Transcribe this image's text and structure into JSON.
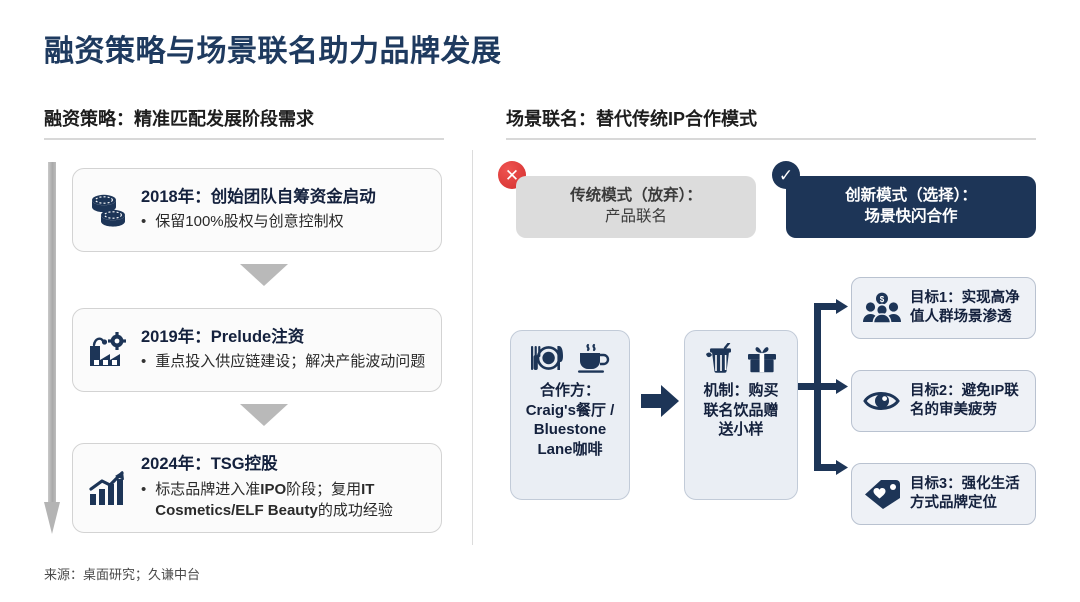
{
  "slide": {
    "title": "融资策略与场景联名助力品牌发展",
    "footer": "来源：桌面研究；久谦中台"
  },
  "colors": {
    "navy": "#1d3557",
    "title_navy": "#1e3a5f",
    "grey_card": "#dcdcdc",
    "light_blue_box": "#eaeef4",
    "red_badge": "#d32f2f"
  },
  "left_column": {
    "header": "融资策略：精准匹配发展阶段需求",
    "stages": [
      {
        "icon": "coins-icon",
        "title": "2018年：创始团队自筹资金启动",
        "bullet_dot": "•",
        "bullet": "保留100%股权与创意控制权"
      },
      {
        "icon": "factory-icon",
        "title": "2019年：Prelude注资",
        "bullet_dot": "•",
        "bullet": "重点投入供应链建设；解决产能波动问题"
      },
      {
        "icon": "growth-chart-icon",
        "title": "2024年：TSG控股",
        "bullet_dot": "•",
        "bullet_prefix": "标志品牌进入准",
        "bullet_bold_1": "IPO",
        "bullet_mid": "阶段；复用",
        "bullet_bold_2": "IT Cosmetics/ELF Beauty",
        "bullet_suffix": "的成功经验"
      }
    ]
  },
  "right_column": {
    "header": "场景联名：替代传统IP合作模式",
    "compare": {
      "rejected": {
        "badge": "✕",
        "badge_name": "reject-badge",
        "line1": "传统模式（放弃）：",
        "line2": "产品联名"
      },
      "chosen": {
        "badge": "✓",
        "badge_name": "accept-badge",
        "line1": "创新模式（选择）：",
        "line2": "场景快闪合作"
      }
    },
    "flow": [
      {
        "icons": [
          "dining-icon",
          "coffee-cup-icon"
        ],
        "label": "合作方：\nCraig's餐厅 /\nBluestone\nLane咖啡"
      },
      {
        "icons": [
          "drink-cup-icon",
          "gift-box-icon"
        ],
        "label": "机制：购买\n联名饮品赠\n送小样"
      }
    ],
    "goals": [
      {
        "icon": "people-money-icon",
        "label": "目标1：实现高净\n值人群场景渗透"
      },
      {
        "icon": "eye-icon",
        "label": "目标2：避免IP联\n名的审美疲劳"
      },
      {
        "icon": "tag-heart-icon",
        "label": "目标3：强化生活\n方式品牌定位"
      }
    ]
  }
}
